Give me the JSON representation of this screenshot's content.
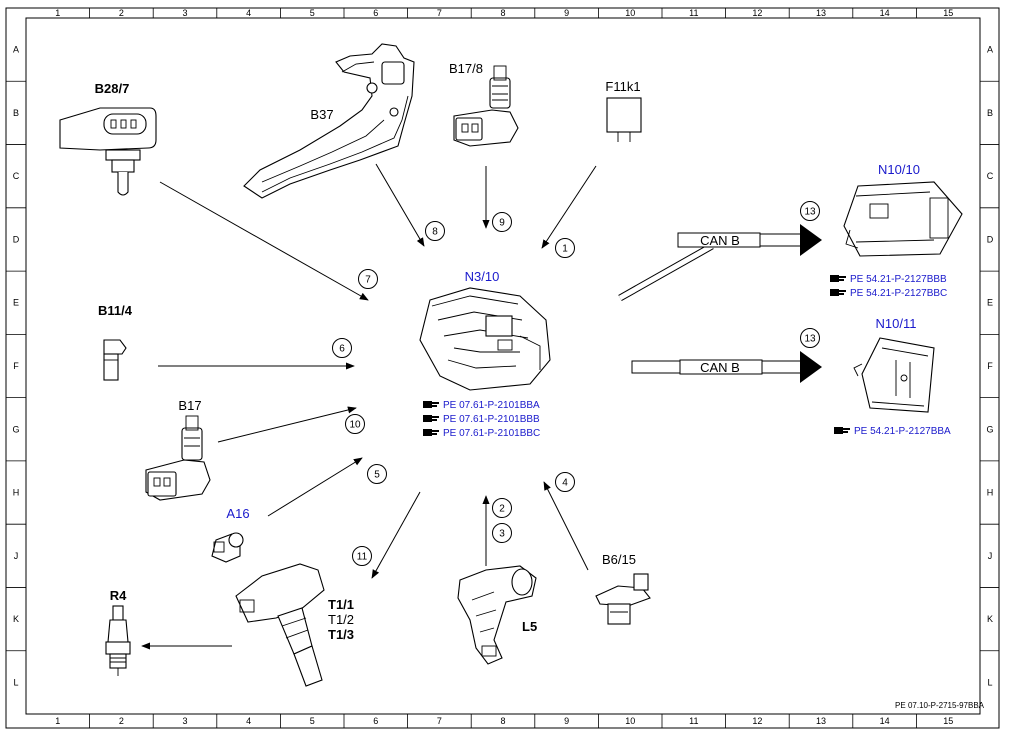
{
  "grid": {
    "columns": [
      "1",
      "2",
      "3",
      "4",
      "5",
      "6",
      "7",
      "8",
      "9",
      "10",
      "11",
      "12",
      "13",
      "14",
      "15"
    ],
    "rows": [
      "A",
      "B",
      "C",
      "D",
      "E",
      "F",
      "G",
      "H",
      "J",
      "K",
      "L"
    ]
  },
  "components": {
    "b28_7": "B28/7",
    "b37": "B37",
    "b17_8": "B17/8",
    "f11k1": "F11k1",
    "n10_10": "N10/10",
    "n3_10": "N3/10",
    "b11_4": "B11/4",
    "n10_11": "N10/11",
    "b17": "B17",
    "a16": "A16",
    "b6_15": "B6/15",
    "r4": "R4",
    "t1_1": "T1/1",
    "t1_2": "T1/2",
    "t1_3": "T1/3",
    "l5": "L5"
  },
  "references": {
    "n3_10": [
      "PE 07.61-P-2101BBA",
      "PE 07.61-P-2101BBB",
      "PE 07.61-P-2101BBC"
    ],
    "n10_10": [
      "PE 54.21-P-2127BBB",
      "PE 54.21-P-2127BBC"
    ],
    "n10_11": [
      "PE 54.21-P-2127BBA"
    ]
  },
  "signals": [
    "1",
    "2",
    "3",
    "4",
    "5",
    "6",
    "7",
    "8",
    "9",
    "10",
    "11",
    "13",
    "13"
  ],
  "bus": {
    "top": "CAN B",
    "bottom": "CAN B"
  },
  "footer": "PE 07.10-P-2715-97BBA",
  "colors": {
    "line": "#000000",
    "ecu_label": "#1a1acc",
    "reference": "#1a1acc"
  }
}
